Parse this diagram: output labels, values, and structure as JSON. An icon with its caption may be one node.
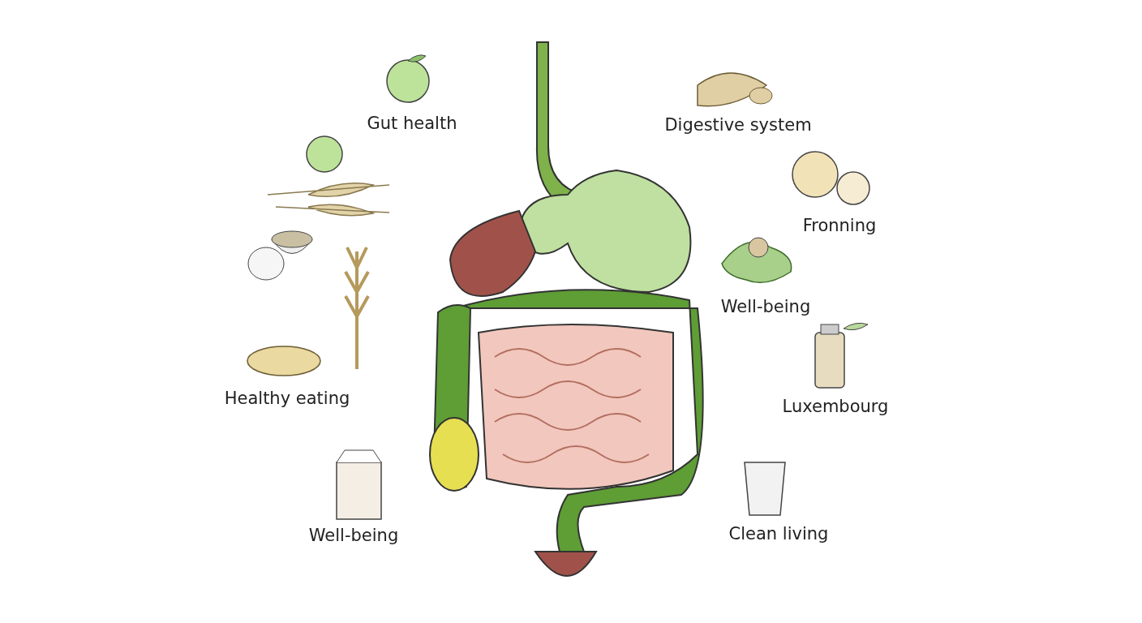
{
  "diagram": {
    "labels": [
      "Gut health",
      "Digestive system",
      "Fronning",
      "Well-being",
      "Healthy eating",
      "Luxembourg",
      "Well-being",
      "Clean living"
    ]
  }
}
